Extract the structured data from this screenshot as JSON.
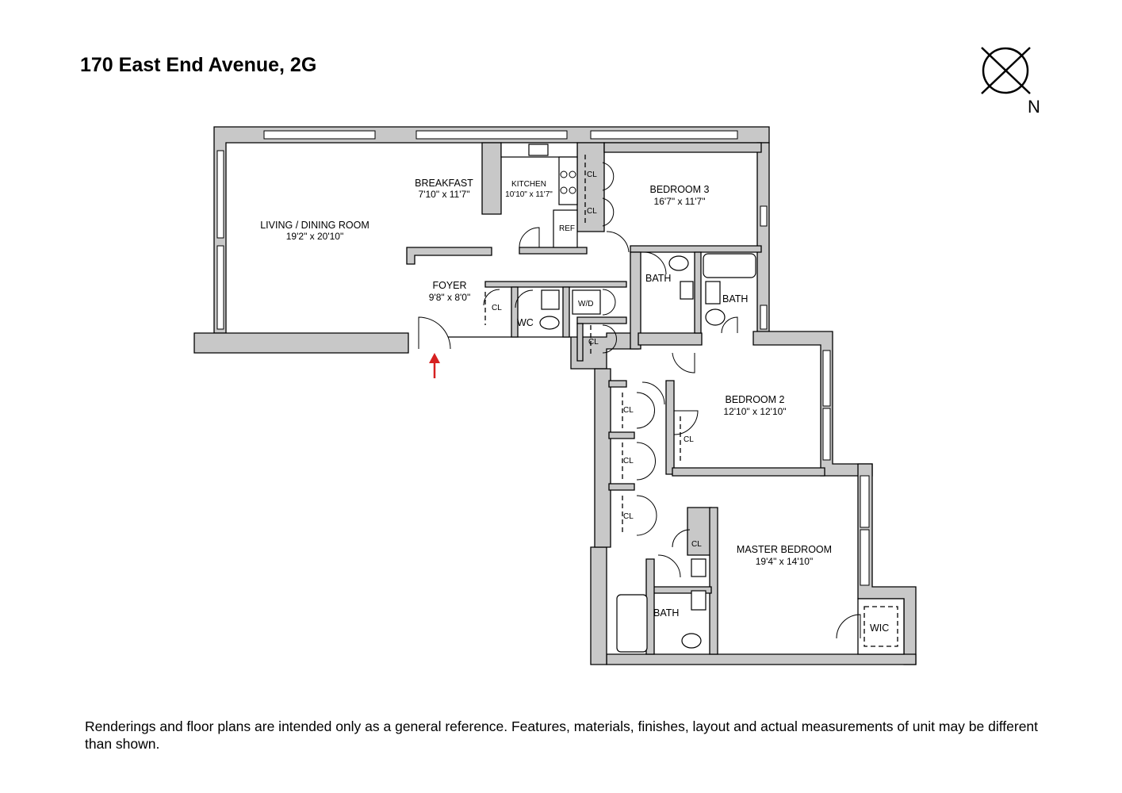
{
  "title": "170 East End Avenue, 2G",
  "compass": {
    "label": "N",
    "icon": "north-compass-icon"
  },
  "rooms": {
    "living": {
      "name": "LIVING / DINING ROOM",
      "dims": "19'2\" x 20'10\""
    },
    "breakfast": {
      "name": "BREAKFAST",
      "dims": "7'10\" x 11'7\""
    },
    "kitchen": {
      "name": "KITCHEN",
      "dims": "10'10\" x 11'7\""
    },
    "bedroom3": {
      "name": "BEDROOM 3",
      "dims": "16'7\" x 11'7\""
    },
    "foyer": {
      "name": "FOYER",
      "dims": "9'8\" x 8'0\""
    },
    "bedroom2": {
      "name": "BEDROOM 2",
      "dims": "12'10\" x 12'10\""
    },
    "master": {
      "name": "MASTER BEDROOM",
      "dims": "19'4\" x 14'10\""
    }
  },
  "labels": {
    "ref": "REF",
    "wd": "W/D",
    "wc": "WC",
    "cl": "CL",
    "bath": "BATH",
    "wic": "WIC"
  },
  "entry_marker": {
    "icon": "entry-arrow-icon",
    "color": "#d62020"
  },
  "colors": {
    "wall_fill": "#c8c8c8",
    "line": "#000000"
  },
  "disclaimer": "Renderings and floor plans are intended only as a general reference. Features, materials, finishes, layout and actual measurements of unit may be different than shown."
}
